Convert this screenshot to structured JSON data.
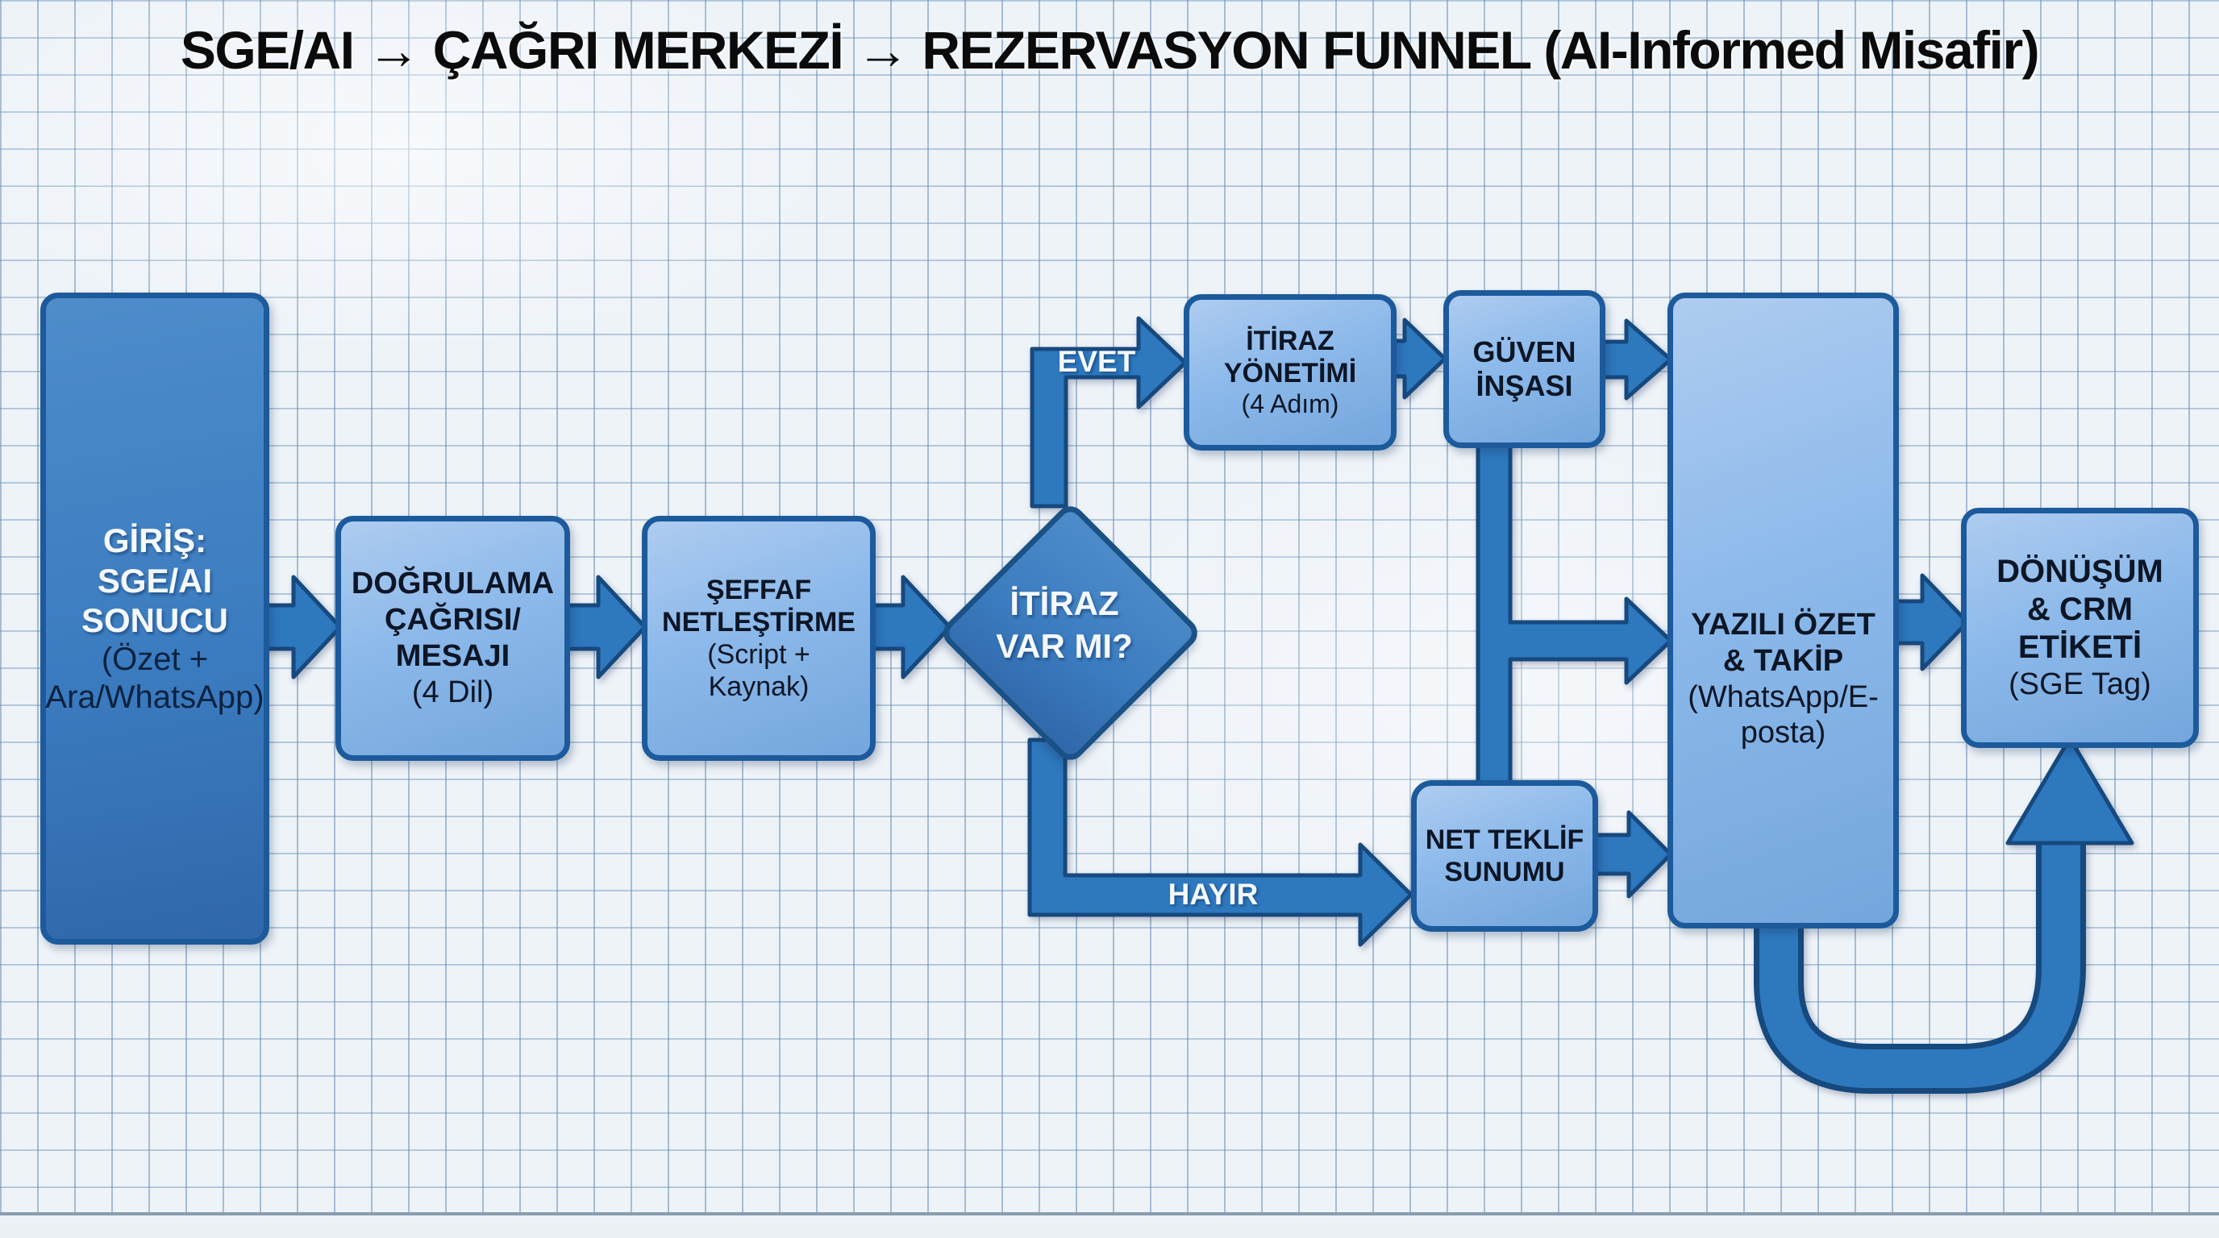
{
  "title": "SGE/AI → ÇAĞRI MERKEZİ → REZERVASYON FUNNEL (AI-Informed Misafir)",
  "nodes": {
    "giris": {
      "lines": [
        "GİRİŞ:",
        "SGE/AI",
        "SONUCU"
      ],
      "sub": [
        "(Özet +",
        "Ara/WhatsApp)"
      ]
    },
    "dogrulama": {
      "lines": [
        "DOĞRULAMA",
        "ÇAĞRISI/",
        "MESAJI"
      ],
      "sub": [
        "(4 Dil)"
      ]
    },
    "seffaf": {
      "lines": [
        "ŞEFFAF",
        "NETLEŞTİRME"
      ],
      "sub": [
        "(Script +",
        "Kaynak)"
      ]
    },
    "itiraz_var_mi": {
      "lines": [
        "İTİRAZ",
        "VAR MI?"
      ]
    },
    "itiraz_yonetimi": {
      "lines": [
        "İTİRAZ",
        "YÖNETİMİ"
      ],
      "sub": [
        "(4 Adım)"
      ]
    },
    "guven_insasi": {
      "lines": [
        "GÜVEN",
        "İNŞASI"
      ]
    },
    "net_teklif": {
      "lines": [
        "NET TEKLİF",
        "SUNUMU"
      ]
    },
    "yazili_ozet": {
      "lines": [
        "YAZILI ÖZET",
        "& TAKİP"
      ],
      "sub": [
        "(WhatsApp/E-",
        "posta)"
      ]
    },
    "donusum": {
      "lines": [
        "DÖNÜŞÜM",
        "& CRM",
        "ETİKETİ"
      ],
      "sub": [
        "(SGE Tag)"
      ]
    }
  },
  "edge_labels": {
    "yes": "EVET",
    "no": "HAYIR"
  },
  "colors": {
    "node_light": "#8cb9ea",
    "node_dark": "#3b7cc0",
    "node_border": "#1c5a9c",
    "arrow_fill": "#2e78be",
    "arrow_outline": "#14497e",
    "grid_line": "#5a87af",
    "title_text": "#0b0b0b"
  }
}
